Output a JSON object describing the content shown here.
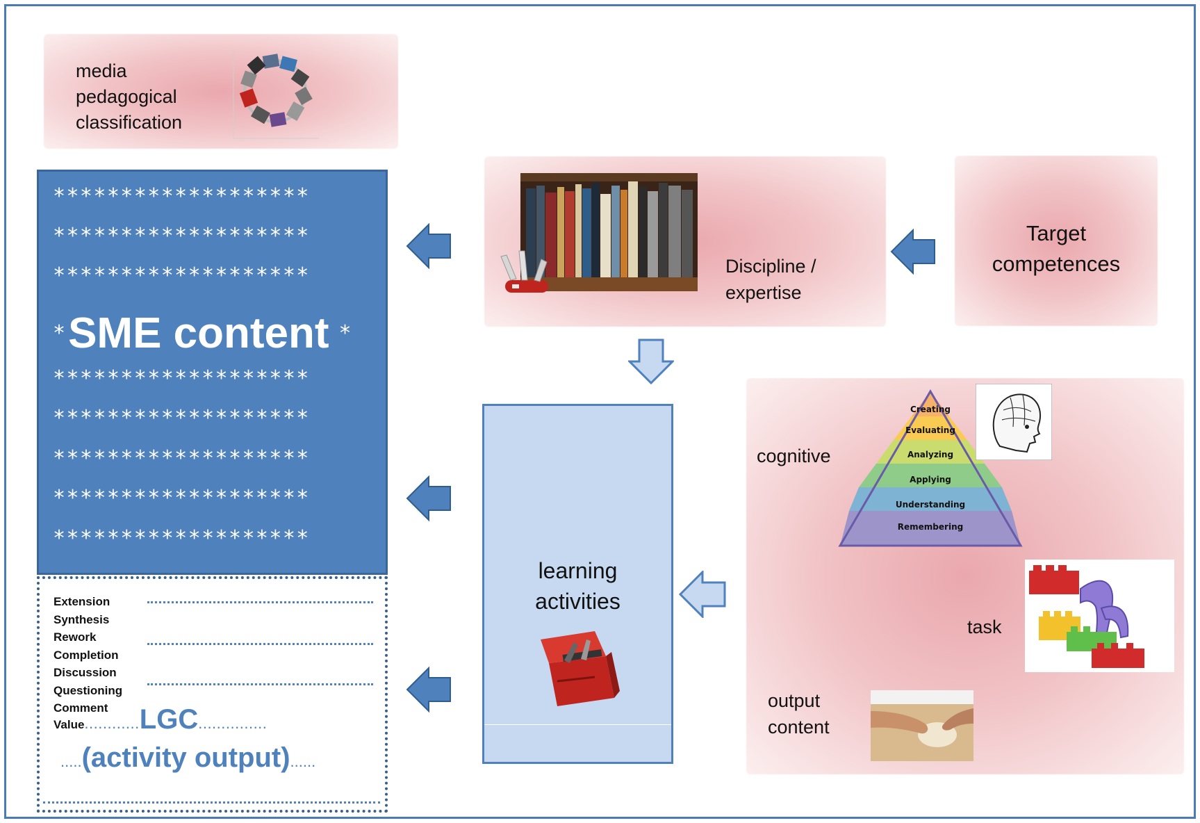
{
  "media": {
    "line1": "media",
    "line2": "pedagogical",
    "line3": "classification",
    "image_icon": "media-wheel-icon"
  },
  "sme": {
    "star_rows_top": [
      "*******************",
      "*******************",
      "*******************"
    ],
    "title_left_star": "*",
    "title": "SME content",
    "title_right_star": "*",
    "star_rows_bottom": [
      "*******************",
      "*******************",
      "*******************",
      "*******************",
      "*******************"
    ]
  },
  "output_box": {
    "activities": [
      "Extension",
      "Synthesis",
      "Rework",
      "Completion",
      "Discussion",
      "Questioning",
      "Comment",
      "Value"
    ],
    "lgc_label": "LGC",
    "activity_output_label": "(activity output)",
    "dots_short": ".....",
    "dots_long": "..............."
  },
  "discipline": {
    "line1": "Discipline /",
    "line2": "expertise",
    "image_icon": "bookshelf-icon",
    "knife_icon": "swiss-knife-icon"
  },
  "target": {
    "line1": "Target",
    "line2": "competences"
  },
  "learning": {
    "line1": "learning",
    "line2": "activities",
    "image_icon": "toolbox-icon"
  },
  "taxonomy": {
    "cognitive_label": "cognitive",
    "task_label": "task",
    "output_line1": "output",
    "output_line2": "content",
    "pyramid_levels": [
      "Creating",
      "Evaluating",
      "Analyzing",
      "Applying",
      "Understanding",
      "Remembering"
    ],
    "pyramid_colors": [
      "#f6b26b",
      "#f9cb52",
      "#c9dc6d",
      "#8fcc8a",
      "#7fb3d3",
      "#9d95c9"
    ],
    "head_icon": "phrenology-head-icon",
    "blocks_icon": "lego-blocks-icon",
    "dough_icon": "kneading-hands-icon"
  },
  "colors": {
    "frame": "#4a7ab8",
    "sme_fill": "#4f81bd",
    "learn_fill": "#c6d9f1",
    "arrow_fill": "#4f81bd",
    "arrow_outline": "#4f81bd"
  }
}
